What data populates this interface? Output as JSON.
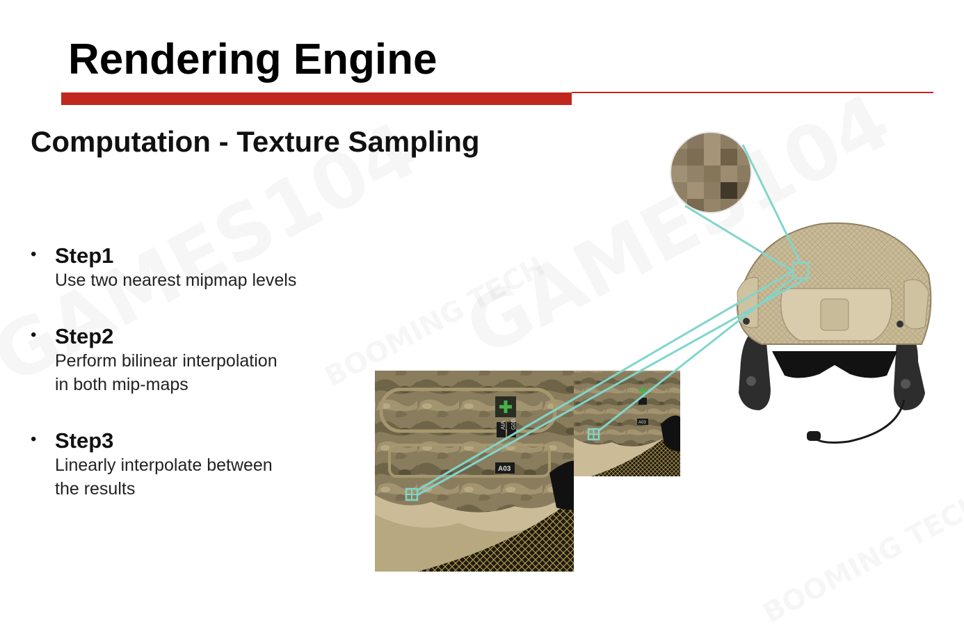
{
  "slide": {
    "title": "Rendering Engine",
    "subtitle": "Computation - Texture Sampling",
    "bullet_glyph": "•",
    "steps": [
      {
        "title": "Step1",
        "desc": "Use two nearest mipmap levels"
      },
      {
        "title": "Step2",
        "desc": "Perform bilinear interpolation\nin both mip-maps"
      },
      {
        "title": "Step3",
        "desc": "Linearly interpolate between\nthe results"
      }
    ]
  },
  "watermarks": {
    "games": "GAMES104",
    "booming": "BOOMING TECH"
  },
  "texture_labels": {
    "large": [
      "AIA",
      "G0B",
      "A03"
    ],
    "small": [
      "A03"
    ]
  },
  "colors": {
    "accent_red": "#c0271e",
    "connector": "#7fd6cc",
    "camo_base": "#8a7d5e",
    "helmet_tan": "#c9bb98"
  }
}
